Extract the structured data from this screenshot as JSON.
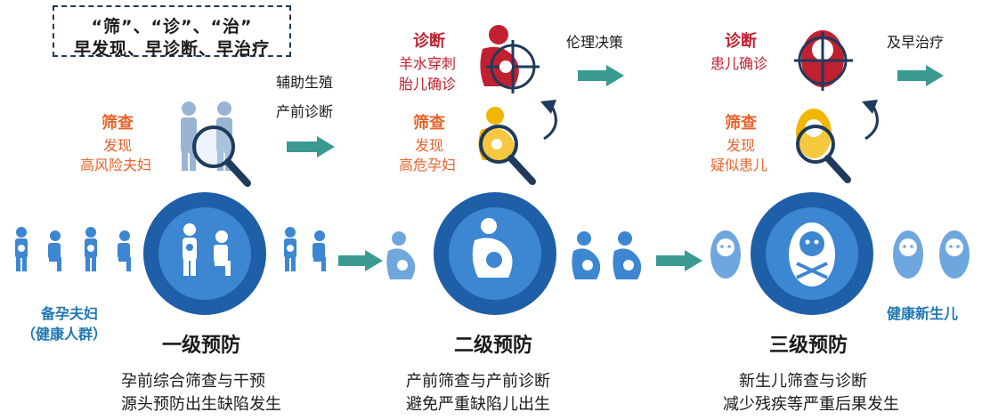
{
  "legend_box": {
    "line1": "“筛”、“诊”、“治”",
    "line2": "早发现、早诊断、早治疗"
  },
  "stage1": {
    "screen_title": "筛查",
    "screen_line2": "发现",
    "screen_line3": "高风险夫妇",
    "arrow_line1": "辅助生殖",
    "arrow_line2": "产前诊断",
    "group_label_line1": "备孕夫妇",
    "group_label_line2": "（健康人群）",
    "level": "一级预防",
    "desc_line1": "孕前综合筛查与干预",
    "desc_line2": "源头预防出生缺陷发生"
  },
  "stage2": {
    "diag_title": "诊断",
    "diag_line2": "羊水穿刺",
    "diag_line3": "胎儿确诊",
    "decision": "伦理决策",
    "screen_title": "筛查",
    "screen_line2": "发现",
    "screen_line3": "高危孕妇",
    "level": "二级预防",
    "desc_line1": "产前筛查与产前诊断",
    "desc_line2": "避免严重缺陷儿出生"
  },
  "stage3": {
    "diag_title": "诊断",
    "diag_line2": "患儿确诊",
    "treat": "及早治疗",
    "screen_title": "筛查",
    "screen_line2": "发现",
    "screen_line3": "疑似患儿",
    "outcome_label": "健康新生儿",
    "level": "三级预防",
    "desc_line1": "新生儿筛查与诊断",
    "desc_line2": "减少残疾等严重后果发生"
  },
  "colors": {
    "blue_dark": "#1f5fa8",
    "blue_mid": "#3d86d1",
    "blue_light": "#6ea6de",
    "teal_arrow": "#3a9a92",
    "orange": "#e8622a",
    "red": "#c0202f",
    "yellow": "#f2b600"
  }
}
